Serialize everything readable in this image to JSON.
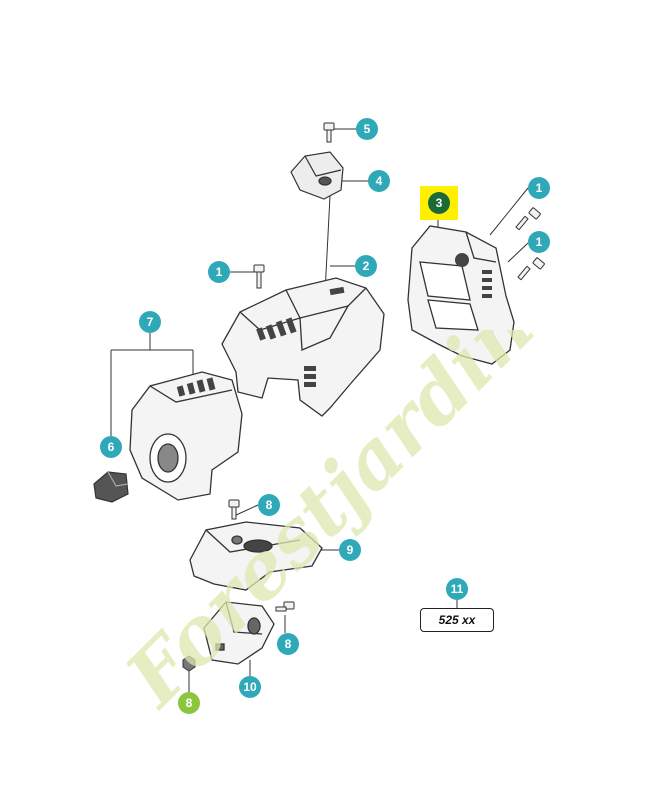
{
  "callouts": [
    {
      "id": "c1a",
      "label": "1"
    },
    {
      "id": "c1b",
      "label": "1"
    },
    {
      "id": "c1c",
      "label": "1"
    },
    {
      "id": "c2",
      "label": "2"
    },
    {
      "id": "c3",
      "label": "3"
    },
    {
      "id": "c4",
      "label": "4"
    },
    {
      "id": "c5",
      "label": "5"
    },
    {
      "id": "c6",
      "label": "6"
    },
    {
      "id": "c7",
      "label": "7"
    },
    {
      "id": "c8a",
      "label": "8"
    },
    {
      "id": "c8b",
      "label": "8"
    },
    {
      "id": "c8c",
      "label": "8"
    },
    {
      "id": "c9",
      "label": "9"
    },
    {
      "id": "c10",
      "label": "10"
    },
    {
      "id": "c11",
      "label": "11"
    }
  ],
  "model_label": "525 xx",
  "watermark": {
    "text": "Forestjardin.com"
  },
  "colors": {
    "callout": "#2fa9b8",
    "callout_highlighted": "#1a6b35",
    "callout_green": "#8cc63f",
    "highlight": "#ffef00",
    "watermark": "#dfe8b0"
  }
}
